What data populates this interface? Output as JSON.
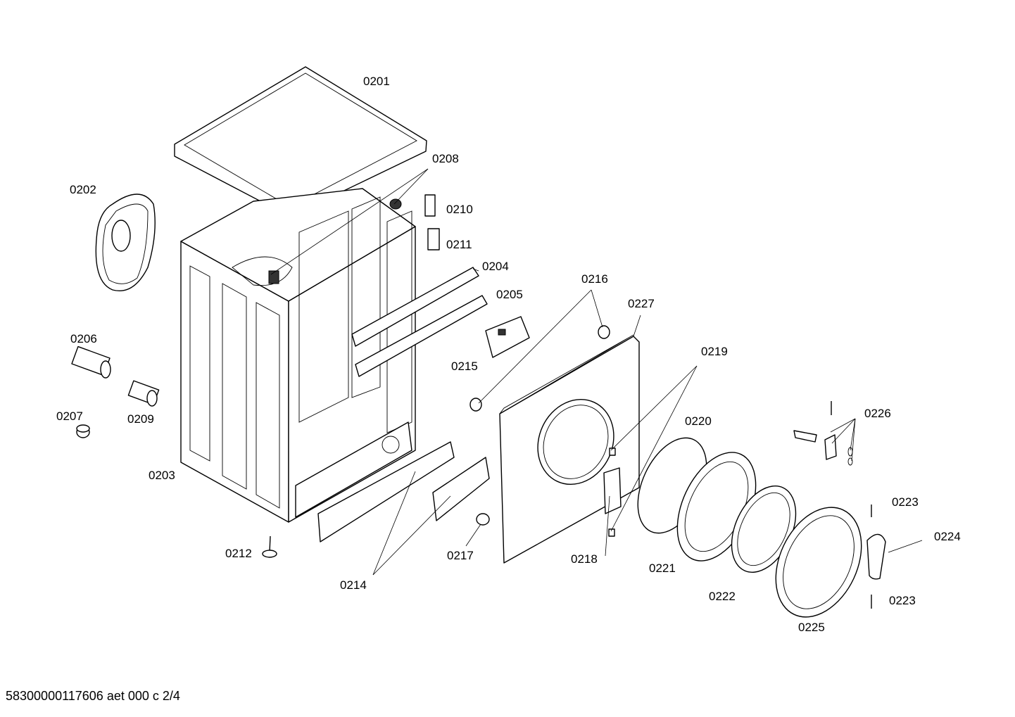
{
  "diagram": {
    "part_labels": [
      "0201",
      "0202",
      "0203",
      "0204",
      "0205",
      "0206",
      "0207",
      "0208",
      "0209",
      "0210",
      "0211",
      "0212",
      "0214",
      "0215",
      "0216",
      "0217",
      "0218",
      "0219",
      "0220",
      "0221",
      "0222",
      "0223",
      "0223",
      "0224",
      "0225",
      "0226",
      "0227"
    ]
  },
  "footer": {
    "text": "58300000117606 aet 000 c 2/4"
  }
}
